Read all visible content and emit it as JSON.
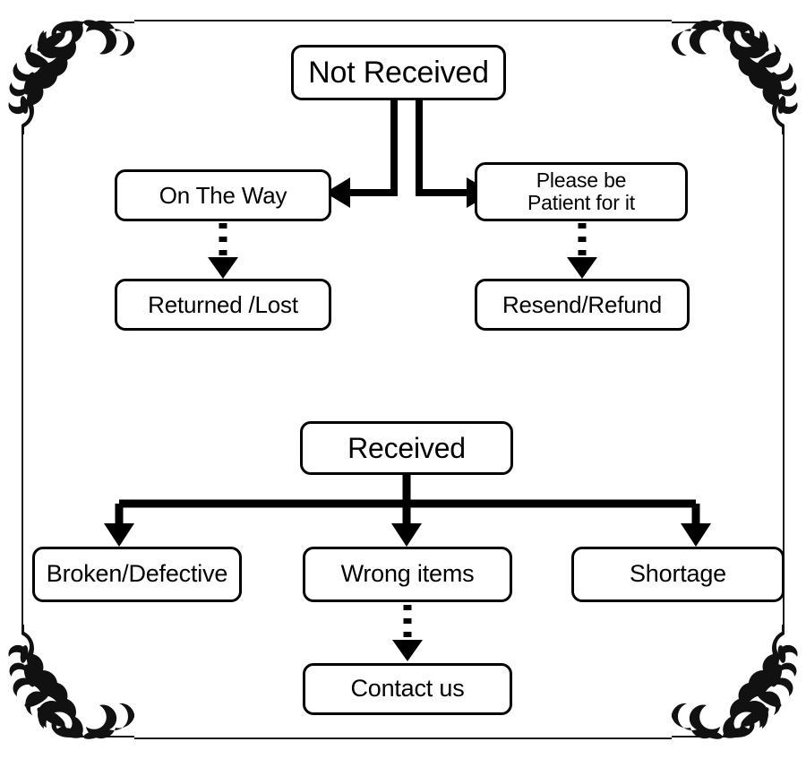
{
  "diagram": {
    "title_nodes": {
      "not_received": "Not Received",
      "received": "Received"
    },
    "nodes": [
      {
        "id": "not-received",
        "label": "Not Received"
      },
      {
        "id": "on-the-way",
        "label": "On The Way"
      },
      {
        "id": "please-be-patient",
        "label": "Please be\nPatient for it"
      },
      {
        "id": "returned-lost",
        "label": "Returned /Lost"
      },
      {
        "id": "resend-refund",
        "label": "Resend/Refund"
      },
      {
        "id": "received",
        "label": "Received"
      },
      {
        "id": "broken-defective",
        "label": "Broken/Defective"
      },
      {
        "id": "wrong-items",
        "label": "Wrong items"
      },
      {
        "id": "shortage",
        "label": "Shortage"
      },
      {
        "id": "contact-us",
        "label": "Contact us"
      }
    ],
    "edges": [
      {
        "from": "not-received",
        "to": "on-the-way",
        "style": "solid"
      },
      {
        "from": "not-received",
        "to": "please-be-patient",
        "style": "solid"
      },
      {
        "from": "on-the-way",
        "to": "returned-lost",
        "style": "dashed"
      },
      {
        "from": "please-be-patient",
        "to": "resend-refund",
        "style": "dashed"
      },
      {
        "from": "received",
        "to": "broken-defective",
        "style": "solid"
      },
      {
        "from": "received",
        "to": "wrong-items",
        "style": "solid"
      },
      {
        "from": "received",
        "to": "shortage",
        "style": "solid"
      },
      {
        "from": "wrong-items",
        "to": "contact-us",
        "style": "dashed"
      }
    ],
    "colors": {
      "stroke": "#000000",
      "node_fill": "#ffffff",
      "background": "#ffffff",
      "frame": "#1a1a1a"
    },
    "ornament": "floral-corner-flourish"
  }
}
